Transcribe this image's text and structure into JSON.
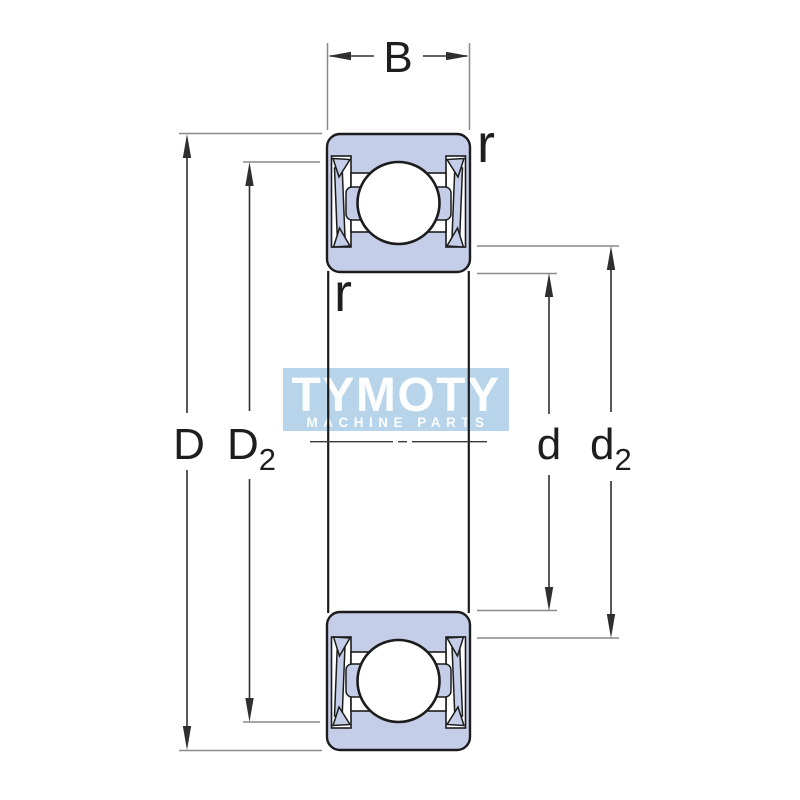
{
  "page": {
    "background_color": "#ffffff",
    "description": "Technical cross-section drawing of a sealed deep groove ball bearing with dimension callouts"
  },
  "watermark": {
    "brand": "TYMOTY",
    "tagline": "MACHINE PARTS",
    "bg_color": "#b8d4ea",
    "text_color": "#ffffff"
  },
  "diagram": {
    "type": "bearing-cross-section",
    "bearing_fill_color": "#c5cee8",
    "outline_color": "#1c1c1c",
    "extension_line_color": "#8a8a8a",
    "dimension_line_color": "#2f2f2f",
    "labels": {
      "width": "B",
      "outer_diameter": "D",
      "outer_shoulder_base": "D",
      "outer_shoulder_sub": "2",
      "bore_diameter": "d",
      "inner_shoulder_base": "d",
      "inner_shoulder_sub": "2",
      "fillet_top": "r",
      "fillet_bottom": "r"
    }
  }
}
